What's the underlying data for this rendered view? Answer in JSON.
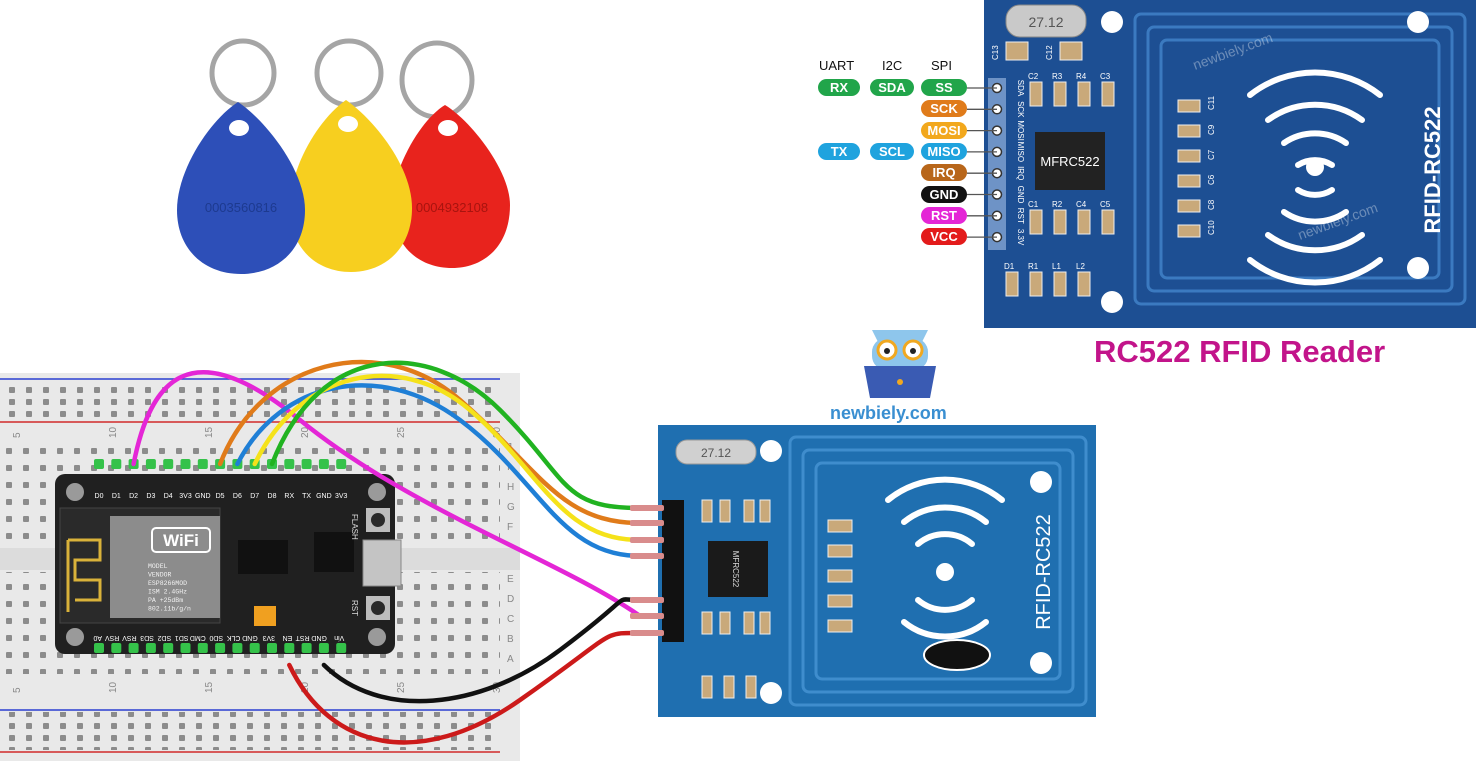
{
  "title": "RC522 RFID Reader",
  "brand": "newbiely.com",
  "watermark": "newbiely.com",
  "protocol_headers": [
    "UART",
    "I2C",
    "SPI"
  ],
  "pin_table": [
    {
      "uart": "RX",
      "i2c": "SDA",
      "spi": "SS",
      "color": "#21a54a"
    },
    {
      "spi": "SCK",
      "color": "#e07b1a"
    },
    {
      "spi": "MOSI",
      "color": "#f2a81d"
    },
    {
      "uart": "TX",
      "i2c": "SCL",
      "spi": "MISO",
      "color": "#1fa3de"
    },
    {
      "spi": "IRQ",
      "color": "#b8661a"
    },
    {
      "spi": "GND",
      "color": "#111111"
    },
    {
      "spi": "RST",
      "color": "#e426d6"
    },
    {
      "spi": "VCC",
      "color": "#e31b1b"
    }
  ],
  "module_pin_silk": [
    "SDA",
    "SCK",
    "MOSI",
    "MISO",
    "IRQ",
    "GND",
    "RST",
    "3.3V"
  ],
  "module": {
    "board_label": "RFID-RC522",
    "chip_label": "MFRC522",
    "crystal_label": "27.12",
    "component_labels": [
      "C13",
      "C12",
      "C2",
      "R3",
      "R4",
      "C3",
      "C11",
      "C9",
      "C7",
      "C6",
      "C8",
      "C10",
      "C1",
      "R2",
      "C4",
      "C5",
      "D1",
      "R1",
      "L1",
      "L2"
    ]
  },
  "keyfobs": [
    {
      "number": "0003560816",
      "color": "#2d4fb8"
    },
    {
      "number": "",
      "color": "#f7cf1f"
    },
    {
      "number": "0004932108",
      "color": "#e8231d"
    }
  ],
  "esp8266": {
    "shield_text": [
      "WiFi",
      "MODEL",
      "VENDOR",
      "ESP8266MOD",
      "ISM 2.4GHz",
      "PA +25dBm",
      "802.11b/g/n"
    ],
    "top_pins": [
      "D0",
      "D1",
      "D2",
      "D3",
      "D4",
      "3V3",
      "GND",
      "D5",
      "D6",
      "D7",
      "D8",
      "RX",
      "TX",
      "GND",
      "3V3"
    ],
    "bottom_pins": [
      "A0",
      "RSV",
      "RSV",
      "SD3",
      "SD2",
      "SD1",
      "CMD",
      "SD0",
      "CLK",
      "GND",
      "3V3",
      "EN",
      "RST",
      "GND",
      "Vin"
    ],
    "button_flash": "FLASH",
    "button_rst": "RST"
  },
  "breadboard": {
    "column_numbers": [
      "5",
      "10",
      "15",
      "20",
      "25",
      "30"
    ],
    "row_letters_top": [
      "J",
      "I",
      "H",
      "G",
      "F"
    ],
    "row_letters_bottom": [
      "E",
      "D",
      "C",
      "B",
      "A"
    ]
  },
  "wires": [
    {
      "from": "D2",
      "to": "RST",
      "color": "#e426d6"
    },
    {
      "from": "D5",
      "to": "SCK",
      "color": "#e07b1a"
    },
    {
      "from": "D6",
      "to": "MISO",
      "color": "#1f7fd6"
    },
    {
      "from": "D7",
      "to": "MOSI",
      "color": "#f5e21a"
    },
    {
      "from": "D8",
      "to": "SS",
      "color": "#21b321"
    },
    {
      "from": "GND",
      "to": "GND",
      "color": "#111111"
    },
    {
      "from": "3V3",
      "to": "3.3V",
      "color": "#cc1a1a"
    }
  ],
  "colors": {
    "board_blue": "#1f6fb0",
    "title_magenta": "#c2148a",
    "brand_blue": "#3a8fd1"
  }
}
